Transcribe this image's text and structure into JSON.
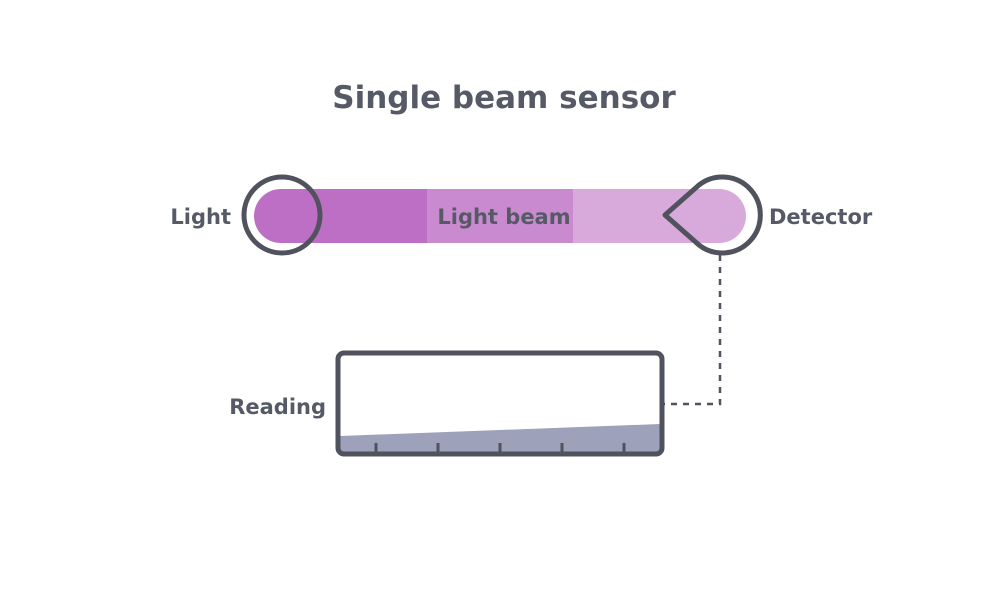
{
  "diagram": {
    "title": "Single beam sensor",
    "light_label": "Light",
    "beam_label": "Light beam",
    "detector_label": "Detector",
    "reading_label": "Reading",
    "reading_ticks": 5
  },
  "colors": {
    "text": "#555a66",
    "outline": "#50535d",
    "beam_strong": "#bd6fc5",
    "beam_medium": "#c98ad0",
    "beam_light": "#d8a9db",
    "reading_fill": "#9da1b9",
    "background": "#ffffff"
  },
  "icons": {
    "light_source": "circle-outline-icon",
    "detector": "teardrop-outline-icon"
  }
}
